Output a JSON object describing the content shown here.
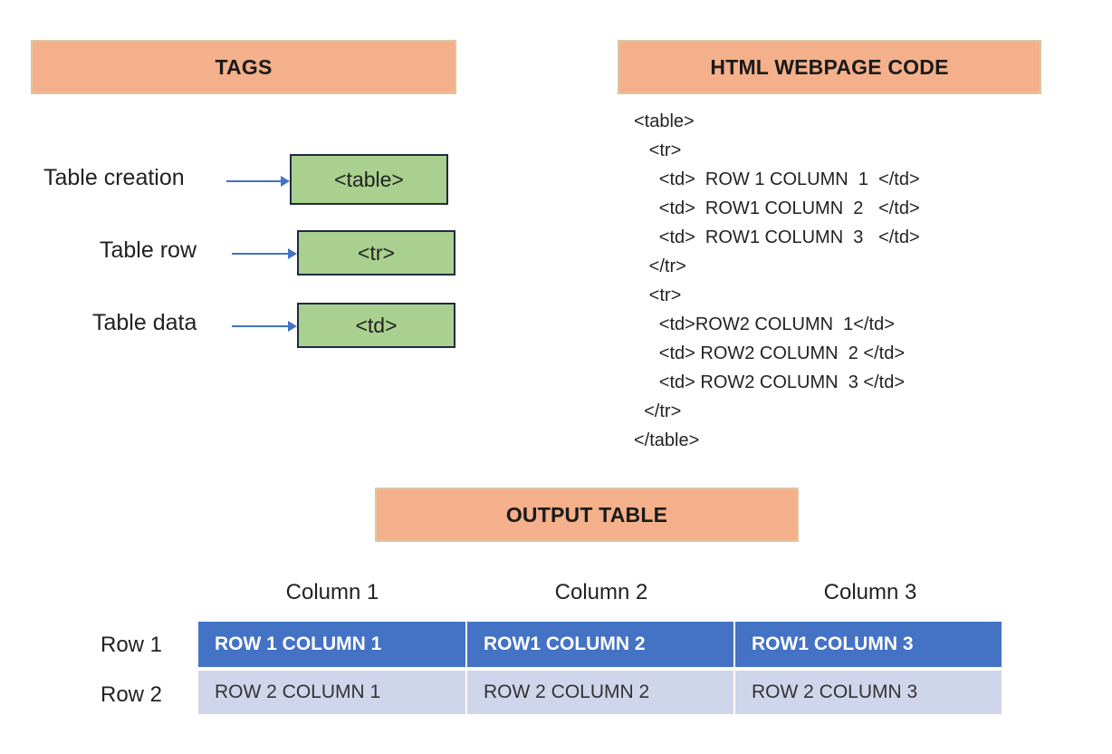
{
  "headers": {
    "tags": "TAGS",
    "code": "HTML WEBPAGE CODE",
    "output": "OUTPUT TABLE"
  },
  "tags": [
    {
      "label": "Table creation",
      "tag": "<table>"
    },
    {
      "label": "Table row",
      "tag": "<tr>"
    },
    {
      "label": "Table data",
      "tag": "<td>"
    }
  ],
  "code_lines": [
    "<table>",
    "   <tr>",
    "     <td>  ROW 1 COLUMN  1  </td>",
    "     <td>  ROW1 COLUMN  2   </td>",
    "     <td>  ROW1 COLUMN  3   </td>",
    "   </tr>",
    "   <tr>",
    "     <td>ROW2 COLUMN  1</td>",
    "     <td> ROW2 COLUMN  2 </td>",
    "     <td> ROW2 COLUMN  3 </td>",
    "  </tr>",
    "</table>"
  ],
  "output_table": {
    "column_headers": [
      "Column 1",
      "Column 2",
      "Column 3"
    ],
    "rows": [
      {
        "label": "Row 1",
        "cells": [
          "ROW 1 COLUMN 1",
          "ROW1 COLUMN 2",
          "ROW1 COLUMN 3"
        ]
      },
      {
        "label": "Row 2",
        "cells": [
          "ROW 2 COLUMN 1",
          "ROW 2 COLUMN 2",
          "ROW 2 COLUMN 3"
        ]
      }
    ]
  },
  "colors": {
    "header_fill": "#f3b08a",
    "tag_fill": "#a9d08e",
    "arrow": "#4472c4",
    "row1_fill": "#4472c4",
    "row2_fill": "#cfd5ea"
  }
}
